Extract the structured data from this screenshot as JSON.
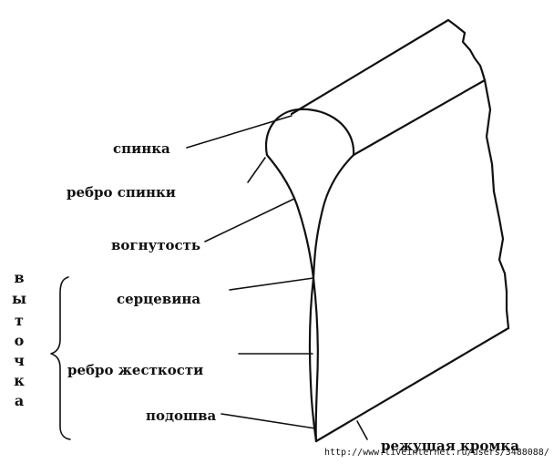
{
  "labels": {
    "spinka": "спинка",
    "rebro_spinki": "ребро спинки",
    "vognutost": "вогнутость",
    "sercevina": "серцевина",
    "rebro_zhestkosti": "ребро жесткости",
    "podoshva": "подошва",
    "rezhushchaya_kromka": "режущая кромка"
  },
  "vertical_label": [
    "в",
    "ы",
    "т",
    "о",
    "ч",
    "к",
    "а"
  ],
  "watermark": "http://www.liveinternet.ru/users/3488088/",
  "colors": {
    "line": "#111111",
    "background": "#ffffff"
  }
}
